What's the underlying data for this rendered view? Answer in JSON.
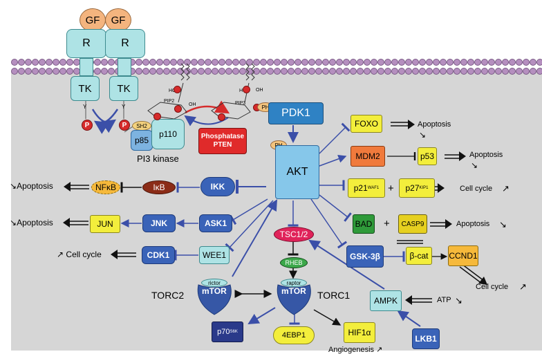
{
  "receptor": {
    "gf_left": "GF",
    "gf_right": "GF",
    "r_left": "R",
    "r_right": "R",
    "tk_left": "TK",
    "tk_right": "TK",
    "y_left": "Y",
    "y_right": "Y",
    "p": "P"
  },
  "pi3k": {
    "sh2": "SH2",
    "p85": "p85",
    "p110": "p110",
    "label": "PI3 kinase"
  },
  "lipids": {
    "pip2": "PIP2",
    "pip3": "PIP3",
    "ho": "HO",
    "oh": "OH"
  },
  "pten": {
    "line1": "Phosphatase",
    "line2": "PTEN"
  },
  "nodes": {
    "pdk1": "PDK1",
    "ph": "PH",
    "akt": "AKT",
    "ikk": "IKK",
    "ikb": "IκB",
    "nfkb": "NFκB",
    "ask1": "ASK1",
    "jnk": "JNK",
    "jun": "JUN",
    "wee1": "WEE1",
    "cdk1": "CDK1",
    "foxo": "FOXO",
    "mdm2": "MDM2",
    "p53": "p53",
    "p21": "p21",
    "p21_sup": "WAF1",
    "p27": "p27",
    "p27_sup": "KIP1",
    "bad": "BAD",
    "casp9": "CASP9",
    "gsk3b": "GSK-3β",
    "bcat": "β-cat",
    "ccnd1": "CCND1",
    "tsc12": "TSC1/2",
    "rheb": "RHEB",
    "rictor": "rictor",
    "raptor": "raptor",
    "mtor2": "mTOR",
    "mtor1": "mTOR",
    "ampk": "AMPK",
    "lkb1": "LKB1",
    "p70": "p70",
    "p70_sup": "S6K",
    "ebp1": "4EBP1",
    "hif1a": "HIF1α"
  },
  "labels": {
    "apoptosis_foxo": "Apoptosis",
    "apoptosis_p53": "Apoptosis",
    "cellcycle_p27": "Cell cycle",
    "apoptosis_casp9": "Apoptosis",
    "cellcycle_ccnd1": "Cell cycle",
    "atp": "ATP",
    "apoptosis_nfkb": "Apoptosis",
    "apoptosis_jun": "Apoptosis",
    "cellcycle_cdk1": "Cell cycle",
    "torc2": "TORC2",
    "torc1": "TORC1",
    "angiogenesis": "Angiogenesis",
    "plus1": "+",
    "plus2": "+",
    "up": "↗",
    "down": "↘"
  },
  "colors": {
    "membrane": "#b58fbf",
    "cytoplasm": "#d6d6d6",
    "arrow_blue": "#3b4fa8",
    "pten_red": "#d62b2b",
    "akt": "#86c7ea"
  }
}
